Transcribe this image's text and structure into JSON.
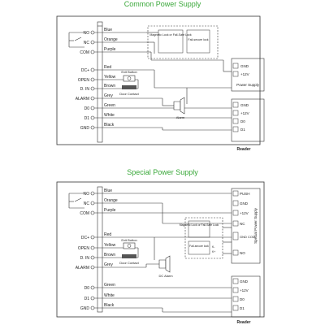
{
  "diagrams": [
    {
      "title": "Common Power Supply",
      "terminals": [
        "NO",
        "NC",
        "COM",
        "DC+",
        "OPEN",
        "D. IN",
        "ALARM",
        "D0",
        "D1",
        "GND"
      ],
      "wires": [
        "Blue",
        "Orange",
        "Purple",
        "Red",
        "Yellow",
        "Brown",
        "Grey",
        "Green",
        "White",
        "Black"
      ],
      "lock_label": "Magnetic Lock or Fail-Safe Lock",
      "secure_label": "Fail-secure lock",
      "exit_button": "Exit Button",
      "door_contact": "Door Contact",
      "alarm": "Alarm",
      "power_supply": {
        "title": "Power Supply",
        "terminals": [
          "GND",
          "+12V"
        ]
      },
      "reader": {
        "title": "Reader",
        "terminals": [
          "GND",
          "+12V",
          "D0",
          "D1"
        ]
      }
    },
    {
      "title": "Special Power Supply",
      "terminals": [
        "NO",
        "NC",
        "COM",
        "DC+",
        "OPEN",
        "D. IN",
        "ALARM",
        "D0",
        "D1",
        "GND"
      ],
      "wires": [
        "Blue",
        "Orange",
        "Purple",
        "Red",
        "Yellow",
        "Brown",
        "Grey",
        "Green",
        "White",
        "Black"
      ],
      "lock_label": "Magnetic Lock or Fail-Safe Lock",
      "secure_label": "Fail-secure lock",
      "exit_button": "Exit Button",
      "door_contact": "Door Contact",
      "alarm": "DC Alarm",
      "power_supply": {
        "title": "Special Power Supply",
        "terminals": [
          "PUSH",
          "GND",
          "+12V",
          "NC",
          "GND COM",
          "NO"
        ],
        "polarity": [
          "K-",
          "K+"
        ]
      },
      "reader": {
        "title": "Reader",
        "terminals": [
          "GND",
          "+12V",
          "D0",
          "D1"
        ]
      }
    }
  ]
}
